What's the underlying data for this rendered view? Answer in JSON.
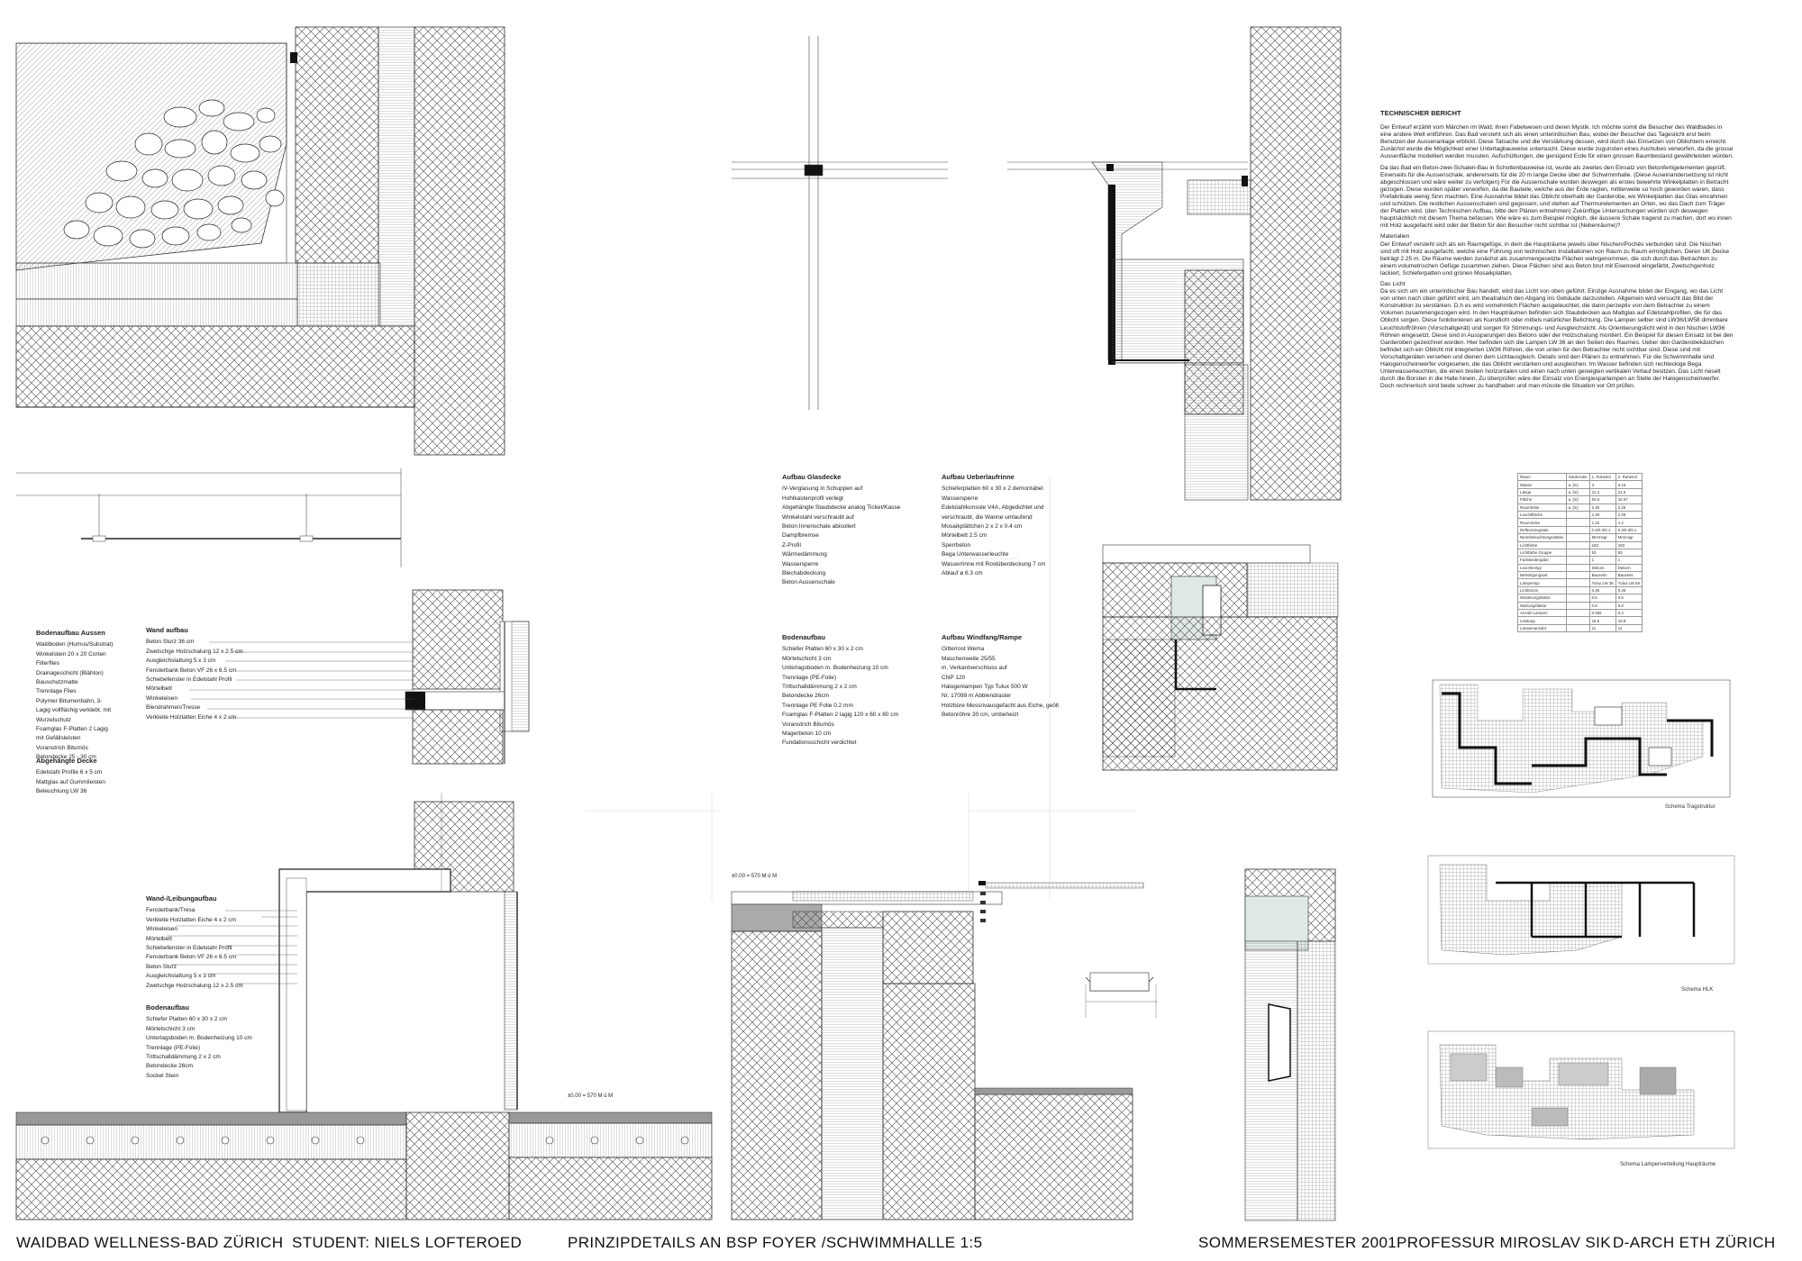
{
  "footer": {
    "project": "WAIDBAD WELLNESS-BAD ZÜRICH",
    "student": "STUDENT: NIELS LOFTEROED",
    "sheet": "PRINZIPDETAILS AN BSP FOYER /SCHWIMMHALLE 1:5",
    "semester": "SOMMERSEMESTER 2001",
    "professor": "PROFESSUR MIROSLAV SIK",
    "school": "D-ARCH ETH ZÜRICH"
  },
  "report": {
    "title": "TECHNISCHER BERICHT",
    "p1": "Der Entwurf erzählt vom Märchen im Wald; ihren Fabelwesen und deren Mystik. Ich möchte somit die Besucher des Waldbades in eine andere Welt entführen. Das Bad versteht sich als einen unterirdischen Bau, wobei der Besucher das Tageslicht erst beim Benutzen der Aussenanlage erblickt. Diese Tatsache und die Verstärkung dessen, wird durch das Einsetzen von Oblichtern erreicht. Zunächst wurde die Möglichkeit einer Untertagbauweise untersucht. Diese wurde zugunsten eines Aushubes verworfen, da die grosse Aussenfläche modelliert werden mussten. Aufschüttungen, die genügend Erde für einen grossen Baumbestand gewährleisten würden.",
    "p2": "Da das Bad ein Beton-zwei-Schalen-Bau in Schottenbauweise ist, wurde als zweites den Einsatz von Betonfertigelementen geprüft. Einerseits für die Aussenschale, andererseits für die 20 m lange Decke über der Schwimmhalle. (Diese Auseinandersetzung ist nicht abgeschlossen und wäre weiter zu verfolgen) Für die Aussenschale wurden deswegen als erstes bewehrte Winkelplatten in Betracht gezogen. Diese wurden später verworfen, da die Bauteile, welche aus der Erde ragten, mittlerweile so hoch geworden waren, dass Prefabrikate wenig Sinn machten. Eine Ausnahme bildet das Oblicht oberhalb der Garderobe, wo Winkelplatten das Glas einrahmen und schützen. Die restlichen Aussenschalen sind gegossen, und stehen auf Thermurelementen an Orten, wo das Dach zum Träger der Platten wird. (den Technischen Aufbau, bitte den Plänen entnehmen) Zukünftige Untersuchungen würden sich deswegen hauptsächlich mit diesem Thema befassen. Wie wäre es zum Beispiel möglich, die äussere Schale tragend zu machen, dort wo innen mit Holz ausgefacht wird oder der Beton für den Besucher nicht sichtbar ist (Nebenräume)?",
    "materials_title": "Materialien",
    "p3": "Der Entwurf versteht sich als ein Raumgefüge, in dem die Haupträume jeweils über Nischen/Pochés verbunden sind. Die Nischen sind oft mit Holz ausgefacht, welche eine Führung von technischen Installationen von Raum zu Raum ermöglichen. Deren UK Decke beträgt 2.25 m. Die Räume werden zunächst als zusammengesetzte Flächen wahrgenommen, die sich durch das Betrachten zu einem volumetrischen Gefüge zusammen ziehen. Diese Flächen sind aus Beton brut mit Eisenoxid eingefärbt, Zwetschgenholz lackiert, Schieferpatten und grünen Mosaikplatten.",
    "light_title": "Das Licht",
    "p4": "Da es sich um ein unterirdischer Bau handelt, wird das Licht von oben geführt. Einzige Ausnahme bildet der Eingang, wo das Licht von unten nach oben geführt wird, um theatralisch den Abgang ins Gebäude darzustellen. Allgemein wird versucht das Bild der Konstruktion zu verstärken. D.h es wird vornehmlich Flächen ausgeleuchtet, die dann perzeptiv von dem Betrachter zu einem Volumen zusammengezogen wird. In den Haupträumen befinden sich Staubdecken aus Mattglas auf Edelstahlprofilen, die für das Oblicht sorgen. Diese funktionieren als Kunstlicht oder mittels natürlicher Belichtung. Die Lampen selber sind LW36/LW58 dimmbare Leuchtstoffröhren (Vorschaltgerät) und sorgen für Stimmungs- und Ausgleichslicht. Als Orientierungslicht wird in den Nischen LW36 Röhren eingesetzt. Diese sind in Aussparungen des Betons oder der Holzschalung montiert. Ein Beispiel für diesen Einsatz ist bei den Garderoben gezeichnet worden. Hier befinden sich die Lampen LW 36 an den Seiten des Raumes. Ueber den Garderobekästchen befindet sich ein Oblicht mit integrierten LW36 Röhren, die von unten für den Betrachter nicht sichtbar sind. Diese sind mit Vorschaltgeräten versehen und dienen dem Lichtausgleich. Details sind den Plänen zu entnehmen. Für die Schwimmhalle sind Halogenscheinwerfer vorgesehen, die das Oblicht verstärken und ausgleichen. Im Wasser befinden sich rechteckige Bega Unterwasserleuchten, die einen breiten horizontalen und einen nach unten geneigten vertikalen Verlauf besitzen. Das Licht rieselt durch die Borsten in die Halle hinein. Zu überprüfen wäre der Einsatz von Energiesparlampen an Stelle der Halogenscheinwerfer. Doch rechnerisch sind beide schwer zu handhaben und man müsste die Situation vor Ort prüfen."
  },
  "legends": {
    "boden_aussen": {
      "title": "Bodenaufbau Aussen",
      "items": [
        "Waldboden (Humus/Substrat)",
        "Winkelstein 20 x 20 Corten",
        "Filterflies",
        "Drainageschicht (Blähton)",
        "Bauschutzmatte",
        "Trennlage Flies",
        "Polymer Bitumenbahn, 3- Lagig vollflächig verklebt, mit Wurzelschutz",
        "Foamglas F-Platten 2 Lagig mit Gefällsleisten",
        "Voranstrich Bitumös",
        "Betondecke 25 - 30 cm"
      ]
    },
    "abgehaengte_decke": {
      "title": "Abgehängte Decke",
      "items": [
        "Edelstahl Profile 6 x 5 cm",
        "Mattglas auf Gummileisten",
        "Beleuchtung LW 36"
      ]
    },
    "wand_aufbau": {
      "title": "Wand aufbau",
      "items": [
        "Beton Sturz 36 cm",
        "Zwetschge Holzschalung 12 x 2.5 cm",
        "Ausgleichslattung 5 x 3 cm",
        "Fensterbank Beton VF 26 x 6.5 cm",
        "Schiebefenster in Edelstahl Profil",
        "Mörtelbett",
        "Winkeleisen",
        "Blendrahmen/Tresse",
        "Verkleite Holzlatten Eiche 4 x 2 cm"
      ]
    },
    "glasdecke": {
      "title": "Aufbau Glasdecke",
      "items": [
        "IV-Verglasung in Schuppen auf",
        "Hohlkastenprofil verlegt",
        "Abgehängte Staubdecke analog Ticket/Kasse",
        "Winkelstahl verschraubt auf",
        "Beton Innenschale abisoliert",
        "Dampfbremse",
        "Z-Profil",
        "Wärmedämmung",
        "Wassersperre",
        "Blechabdeckung",
        "Beton Aussenschale"
      ]
    },
    "ueberlaufrinne": {
      "title": "Aufbau Ueberlaufrinne",
      "items": [
        "Schieferplatten 60 x 30 x 2 demontabel",
        "Wassersperre",
        "Edelstahlkonsole V4A, Abgedichtet und verschraubt, die Wanne umlaufend",
        "Mosaikplättchen 2 x 2 x 0.4 cm",
        "Mörtelbett 2.5 cm",
        "Sperrbeton",
        "Bega Unterwasserleuchte",
        "Wasserrinne mit Rostüberdeckung 7 cm",
        "Ablauf ø 6.3 cm"
      ]
    },
    "bodenaufbau_mid": {
      "title": "Bodenaufbau",
      "items": [
        "Schiefer Platten 60 x 30 x 2 cm",
        "Mörtelschicht 3 cm",
        "Unterlagsboden m. Bodenheizung 10 cm",
        "Trennlage (PE-Folie)",
        "Trittschalldämmung 2 x 2 cm",
        "Betondecke 26cm",
        "Trennlage PE Folie 0.2 mm",
        "Foamglas F-Platten 2 lagig 120 x 60 x 80 cm",
        "Voranstrich Bitumös",
        "Magerbeton 10 cm",
        "Fundationsschicht verdichtet"
      ]
    },
    "windfang": {
      "title": "Aufbau Windfang/Rampe",
      "items": [
        "Gitterrost Wema",
        "Maschenweite 25/55",
        "m. Verkantverschluss auf",
        "CNP 120",
        "Halogenlampen Typ Tulux 500 W",
        "Nr. 17099 m Abblendraster",
        "Holzbüre Messrivausgefacht aus Eiche, geölt",
        "Betonröhre 30 cm, umbeheizt"
      ]
    },
    "leibung": {
      "title": "Wand-/Leibungaufbau",
      "items": [
        "Fensterbank/Tresa",
        "Verkleite Holzlatten Eiche 4 x 2 cm",
        "Winkeleisen",
        "Mörtelbett",
        "Schiebefenster in Edelstahl Profil",
        "Fensterbank Beton VF 26 x 6.5 cm",
        "Beton Sturz",
        "Ausgleichslattung 5 x 3 cm",
        "Zwetschge Holzschalung 12 x 2.5 cm"
      ]
    },
    "bodenaufbau_low": {
      "title": "Bodenaufbau",
      "items": [
        "Schiefer Platten 60 x 30 x 2 cm",
        "Mörtelschicht 3 cm",
        "Unterlagsboden m. Bodenheizung 10 cm",
        "Trennlage (PE-Folie)",
        "Trittschalldämmung 2 x 2 cm",
        "Betondecke 26cm",
        "Sockel Stein"
      ]
    }
  },
  "elevations": {
    "a": "±0.00 = 570 M ü M",
    "b": "±0.00 = 570 M ü M"
  },
  "schema_captions": {
    "tragstruktur": "Schema Tragstruktur",
    "hlk": "Schema HLK",
    "lampen": "Schema Lampenverteilung Haupträume"
  },
  "table": {
    "header": [
      "Raum",
      "Garderobe",
      "1. Ruheteil",
      "2. Ruheteil"
    ],
    "rows": [
      [
        "Masse",
        "a. [m]",
        "3",
        "5.15"
      ],
      [
        "Länge",
        "a. [m]",
        "21.3",
        "21.5"
      ],
      [
        "Fläche",
        "a. [m]",
        "63.9",
        "42.57"
      ],
      [
        "Raumhöhe",
        "a. [m]",
        "2.25",
        "2.25"
      ],
      [
        "Leuchtfläche",
        "",
        "2.28",
        "2.28"
      ],
      [
        "Raumindex",
        "",
        "1.15",
        "1.2"
      ],
      [
        "Reflexionsgrade",
        "",
        "0.3/0.3/0.1",
        "0.3/0.3/0.1"
      ],
      [
        "Nennbeleuchtungsstärke",
        "",
        "Mmmsgr",
        "Mmmsgr"
      ],
      [
        "Lichtfarbe",
        "",
        "150",
        "150"
      ],
      [
        "Lichtfarbe Gruppe",
        "",
        "53",
        "53"
      ],
      [
        "Farbwiedergabe",
        "",
        "1",
        "1"
      ],
      [
        "Leuchtentyp",
        "",
        "Dekom",
        "Dekom"
      ],
      [
        "Befestigungsart",
        "",
        "Bauseits",
        "Bauseits"
      ],
      [
        "Lampentyp",
        "",
        "Tulux LW 36",
        "Tulux LW 58"
      ],
      [
        "Lichtstrom",
        "",
        "0.45",
        "0.45"
      ],
      [
        "Minderungsfaktor",
        "",
        "0.6",
        "0.5"
      ],
      [
        "Wartungsfaktor",
        "",
        "0.8",
        "0.8"
      ],
      [
        "Anzahl Lampen",
        "",
        "0.456",
        "0.4"
      ],
      [
        "Leistung",
        "",
        "16.5",
        "16.8"
      ],
      [
        "Lampenanzahl",
        "",
        "11",
        "11"
      ]
    ]
  }
}
